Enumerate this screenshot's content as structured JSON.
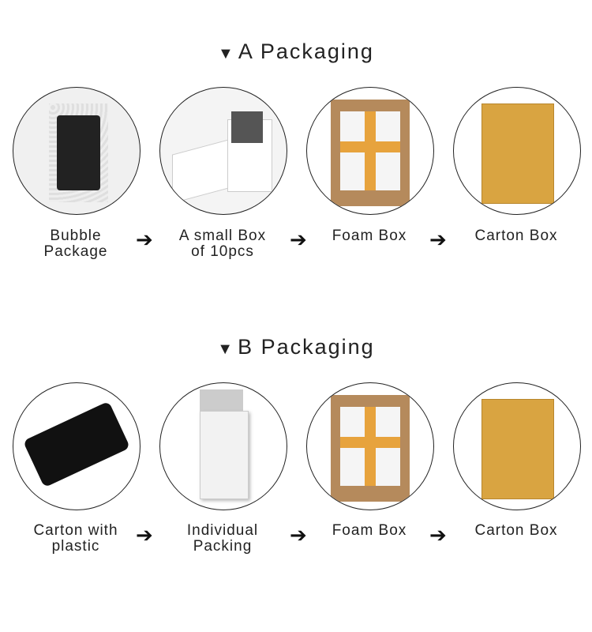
{
  "sections": [
    {
      "title": "A  Packaging",
      "marker": "▼",
      "steps": [
        {
          "label": "Bubble\nPackage"
        },
        {
          "label": "A small Box\nof 10pcs"
        },
        {
          "label": "Foam Box"
        },
        {
          "label": "Carton Box"
        }
      ]
    },
    {
      "title": "B  Packaging",
      "marker": "▼",
      "steps": [
        {
          "label": "Carton with\nplastic"
        },
        {
          "label": "Individual\nPacking"
        },
        {
          "label": "Foam Box"
        },
        {
          "label": "Carton Box"
        }
      ]
    }
  ],
  "arrow_glyph": "➔"
}
